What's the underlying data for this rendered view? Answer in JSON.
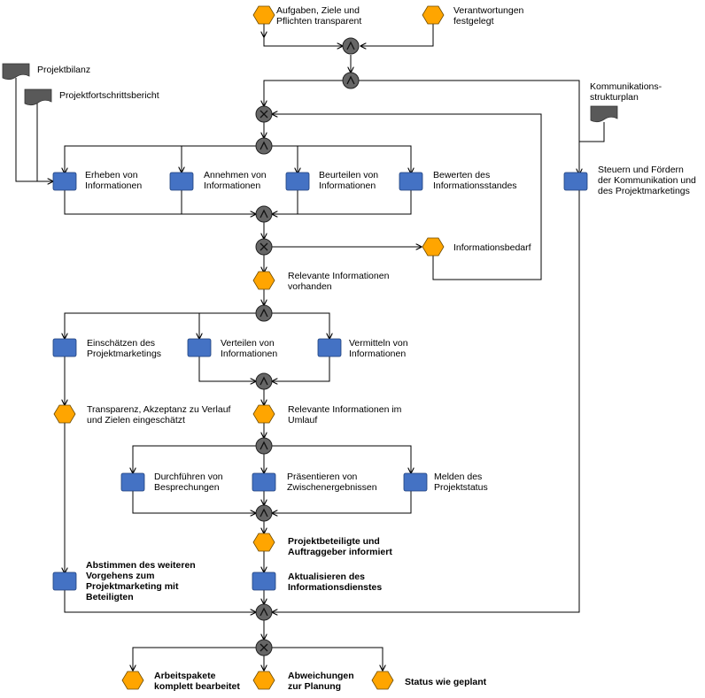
{
  "colors": {
    "event": "#ffa500",
    "function": "#4472c4",
    "connector": "#666666",
    "document": "#595959",
    "line": "#000000"
  },
  "events": {
    "aufgaben": "Aufgaben, Ziele und\nPflichten transparent",
    "verantwortungen": "Verantwortungen\nfestgelegt",
    "informationsbedarf": "Informationsbedarf",
    "relevant_vorhanden": "Relevante Informationen\nvorhanden",
    "transparenz": "Transparenz, Akzeptanz zu Verlauf\nund Zielen eingeschätzt",
    "relevant_umlauf": "Relevante Informationen im\nUmlauf",
    "beteiligte_informiert": "Projektbeteiligte und\nAuftraggeber informiert",
    "arbeitspakete": "Arbeitspakete\nkomplett bearbeitet",
    "abweichungen": "Abweichungen\nzur Planung",
    "status_geplant": "Status wie geplant"
  },
  "functions": {
    "erheben": "Erheben von\nInformationen",
    "annehmen": "Annehmen von\nInformationen",
    "beurteilen": "Beurteilen von\nInformationen",
    "bewerten": "Bewerten des\nInformationsstandes",
    "steuern": "Steuern und Fördern\nder Kommunikation und\ndes Projektmarketings",
    "einschaetzen": "Einschätzen des\nProjektmarketings",
    "verteilen": "Verteilen von\nInformationen",
    "vermitteln": "Vermitteln von\nInformationen",
    "durchfuehren": "Durchführen von\nBesprechungen",
    "praesentieren": "Präsentieren von\nZwischenergebnissen",
    "melden": "Melden des\nProjektstatus",
    "abstimmen": "Abstimmen des weiteren\nVorgehens zum\nProjektmarketing mit\nBeteiligten",
    "aktualisieren": "Aktualisieren des\nInformationsdienstes"
  },
  "documents": {
    "projektbilanz": "Projektbilanz",
    "fortschrittsbericht": "Projektfortschrittsbericht",
    "strukturplan": "Kommunikations-\nstrukturplan"
  },
  "connectors": {
    "and": "Λ",
    "xor": "X"
  }
}
